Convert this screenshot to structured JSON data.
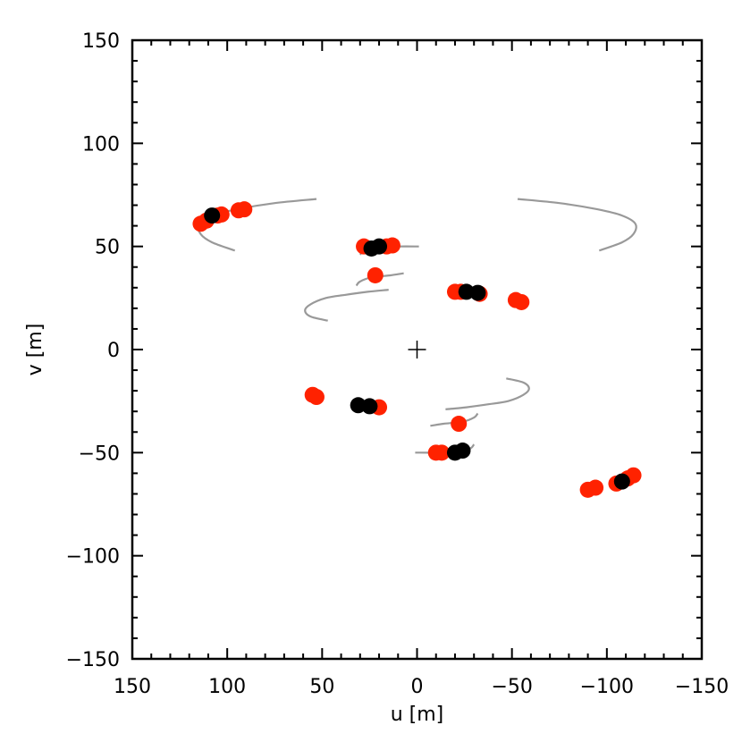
{
  "chart_data": {
    "type": "scatter",
    "title": "",
    "xlabel": "u [m]",
    "ylabel": "v [m]",
    "xlim": [
      150,
      -150
    ],
    "ylim": [
      -150,
      150
    ],
    "x_reversed": true,
    "grid": false,
    "legend": "none",
    "x_ticks": [
      150,
      100,
      50,
      0,
      -50,
      -100,
      -150
    ],
    "y_ticks": [
      -150,
      -100,
      -50,
      0,
      50,
      100,
      150
    ],
    "x_tick_labels": [
      "150",
      "100",
      "50",
      "0",
      "−50",
      "−100",
      "−150"
    ],
    "y_tick_labels": [
      "−150",
      "−100",
      "−50",
      "0",
      "50",
      "100",
      "150"
    ],
    "origin_marker": {
      "u": 0,
      "v": 0,
      "symbol": "+"
    },
    "colors": {
      "tracks": "#999999",
      "red_points": "#ff2200",
      "black_points": "#000000",
      "axes": "#000000"
    },
    "tracks": [
      {
        "points": [
          [
            53,
            73
          ],
          [
            75,
            71
          ],
          [
            95,
            68
          ],
          [
            108,
            65
          ],
          [
            115,
            61
          ],
          [
            114,
            56
          ],
          [
            108,
            52
          ],
          [
            96,
            48
          ]
        ]
      },
      {
        "points": [
          [
            30,
            46
          ],
          [
            28,
            48
          ],
          [
            22,
            49.5
          ],
          [
            10,
            50
          ],
          [
            -1,
            50
          ]
        ]
      },
      {
        "points": [
          [
            32,
            31
          ],
          [
            30,
            33
          ],
          [
            24,
            35
          ],
          [
            14,
            36
          ],
          [
            7,
            37
          ]
        ]
      },
      {
        "points": [
          [
            15,
            29
          ],
          [
            26,
            28
          ],
          [
            38,
            26.5
          ],
          [
            48,
            25
          ],
          [
            56,
            22
          ],
          [
            59,
            19
          ],
          [
            56,
            16
          ],
          [
            47,
            14
          ]
        ]
      },
      {
        "points": [
          [
            -53,
            73
          ],
          [
            -75,
            71
          ],
          [
            -95,
            68
          ],
          [
            -108,
            65
          ],
          [
            -115,
            61
          ],
          [
            -114,
            56
          ],
          [
            -108,
            52
          ],
          [
            -96,
            48
          ]
        ]
      },
      {
        "points": [
          [
            -30,
            -46
          ],
          [
            -28,
            -48
          ],
          [
            -22,
            -49.5
          ],
          [
            -10,
            -50
          ],
          [
            1,
            -50
          ]
        ]
      },
      {
        "points": [
          [
            -32,
            -31
          ],
          [
            -30,
            -33
          ],
          [
            -24,
            -35
          ],
          [
            -14,
            -36
          ],
          [
            -7,
            -37
          ]
        ]
      },
      {
        "points": [
          [
            -15,
            -29
          ],
          [
            -26,
            -28
          ],
          [
            -38,
            -26.5
          ],
          [
            -48,
            -25
          ],
          [
            -56,
            -22
          ],
          [
            -59,
            -19
          ],
          [
            -56,
            -16
          ],
          [
            -47,
            -14
          ]
        ]
      }
    ],
    "series": [
      {
        "color": "red",
        "points": [
          [
            114,
            61
          ],
          [
            111,
            62.5
          ],
          [
            105,
            65
          ],
          [
            103,
            65.5
          ],
          [
            94,
            67.5
          ],
          [
            91,
            68
          ],
          [
            28,
            50
          ],
          [
            16,
            50
          ],
          [
            13,
            50.5
          ],
          [
            22,
            36
          ],
          [
            -20,
            28
          ],
          [
            -23,
            28
          ],
          [
            -33,
            27
          ],
          [
            -52,
            24
          ],
          [
            -55,
            23
          ],
          [
            55,
            -22
          ],
          [
            53,
            -23
          ],
          [
            20,
            -28
          ],
          [
            -22,
            -36
          ],
          [
            -10,
            -50
          ],
          [
            -13,
            -50
          ],
          [
            -90,
            -68
          ],
          [
            -94,
            -67
          ],
          [
            -105,
            -65
          ],
          [
            -111,
            -62.5
          ],
          [
            -114,
            -61
          ]
        ]
      },
      {
        "color": "black",
        "points": [
          [
            108,
            65
          ],
          [
            24,
            49
          ],
          [
            20,
            50
          ],
          [
            -26,
            28
          ],
          [
            -32,
            27.5
          ],
          [
            31,
            -27
          ],
          [
            25,
            -27.5
          ],
          [
            -20,
            -50
          ],
          [
            -24,
            -49
          ],
          [
            -108,
            -64
          ]
        ]
      }
    ]
  }
}
